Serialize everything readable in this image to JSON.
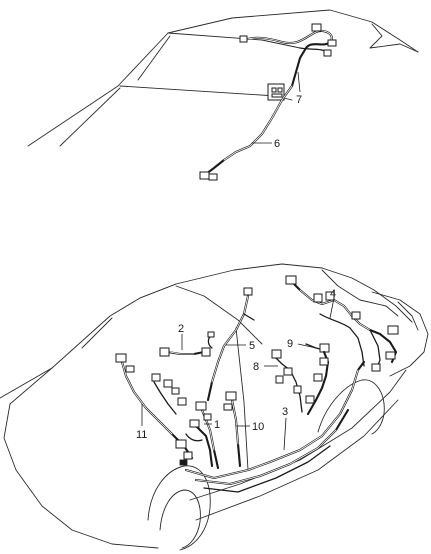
{
  "callouts": {
    "c1": "1",
    "c2": "2",
    "c3": "3",
    "c4": "4",
    "c5": "5",
    "c6": "6",
    "c7": "7",
    "c8": "8",
    "c9": "9",
    "c10": "10",
    "c11": "11"
  },
  "colors": {
    "line": "#1a1a1a",
    "background": "#ffffff"
  }
}
